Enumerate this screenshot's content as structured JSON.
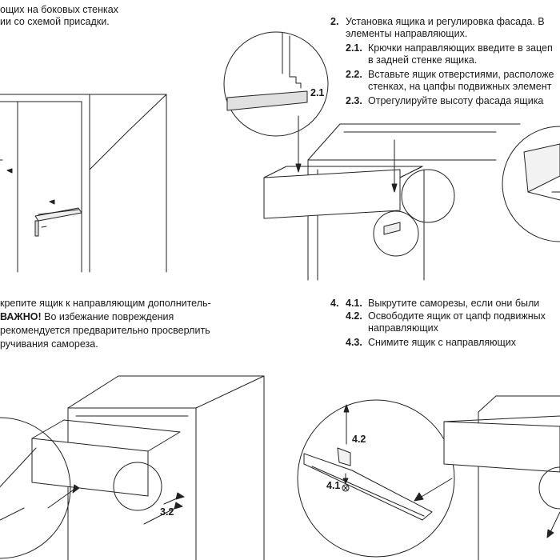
{
  "step1": {
    "line1": "ощих на боковых стенках",
    "line2": "ии со схемой присадки."
  },
  "step2": {
    "number": "2.",
    "line1": "Установка ящика и регулировка фасада. В",
    "line2": "элементы направляющих.",
    "sub1_num": "2.1.",
    "sub1_line1": "Крючки направляющих введите в зацеп",
    "sub1_line2": "в задней стенке ящика.",
    "sub2_num": "2.2.",
    "sub2_line1": "Вставьте ящик отверстиями, расположе",
    "sub2_line2": "стенках, на цапфы подвижных элемент",
    "sub3_num": "2.3.",
    "sub3_line1": "Отрегулируйте высоту фасада ящика",
    "callout": "2.1"
  },
  "step3": {
    "line1": "крепите ящик к направляющим дополнитель-",
    "line2_bold": "ВАЖНО!",
    "line2_rest": " Во избежание повреждения",
    "line3": "рекомендуется предварительно просверлить",
    "line4": "ручивания самореза.",
    "callout": "3.2"
  },
  "step4": {
    "number": "4.",
    "sub1_num": "4.1.",
    "sub1_line1": "Выкрутите саморезы, если они были",
    "sub2_num": "4.2.",
    "sub2_line1": "Освободите ящик от цапф подвижных",
    "sub2_line2": "направляющих",
    "sub3_num": "4.3.",
    "sub3_line1": "Снимите ящик с направляющих",
    "callout_a": "4.2",
    "callout_b": "4.1"
  }
}
